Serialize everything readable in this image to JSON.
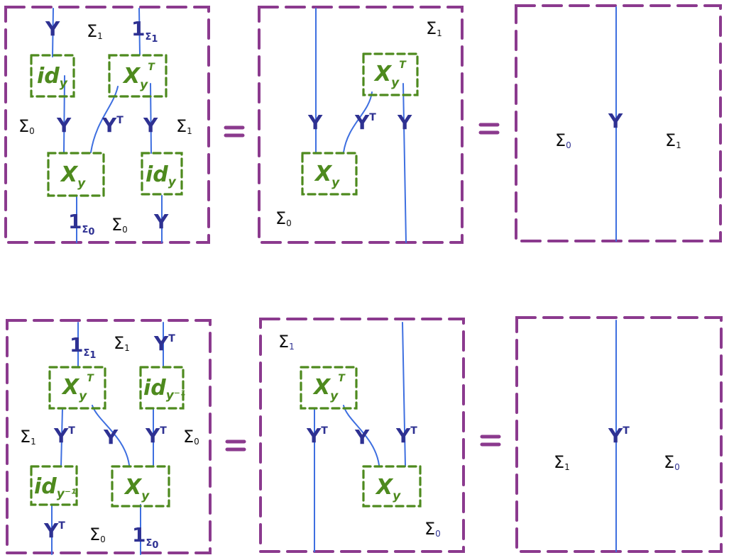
{
  "colors": {
    "outer_box": "#8B3A8E",
    "node_box": "#4E8A1E",
    "wire": "#3E6FE0",
    "wire_label": "#2E3192",
    "region_label": "#111111",
    "equals": "#8B3A8E"
  },
  "symbols": {
    "sigma": "Σ",
    "region_0_sub": "0",
    "region_1_sub": "1",
    "Y": "Y",
    "T": "T",
    "X": "X",
    "id": "id",
    "y": "y",
    "y_inv": "y⁻¹",
    "one": "1",
    "equals": "="
  }
}
